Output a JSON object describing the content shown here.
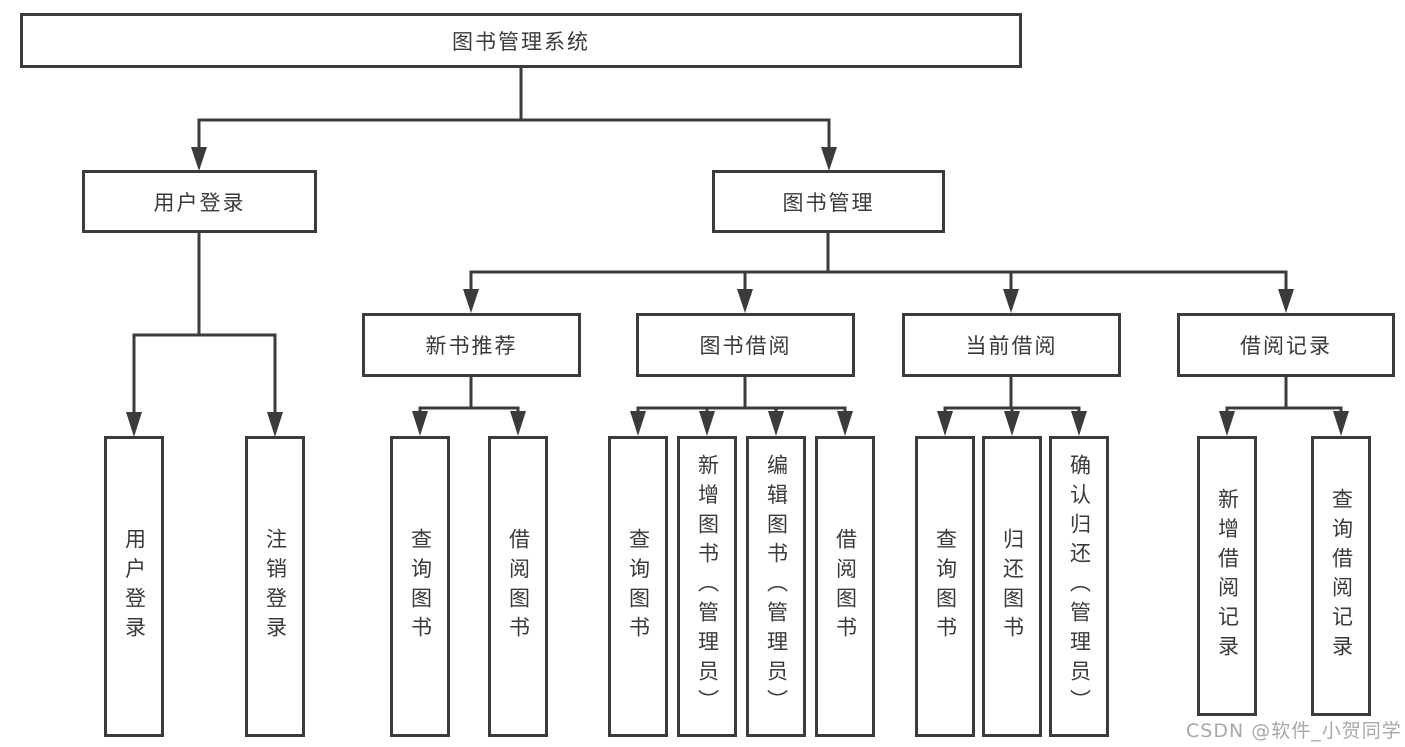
{
  "diagram": {
    "title_node": {
      "label": "图书管理系统"
    },
    "level2": [
      {
        "id": "user-login",
        "label": "用户登录"
      },
      {
        "id": "book-management",
        "label": "图书管理"
      }
    ],
    "level3": [
      {
        "id": "new-book-recommend",
        "label": "新书推荐"
      },
      {
        "id": "book-borrow",
        "label": "图书借阅"
      },
      {
        "id": "current-borrow",
        "label": "当前借阅"
      },
      {
        "id": "borrow-records",
        "label": "借阅记录"
      }
    ],
    "leaves": {
      "user_login": [
        {
          "label": "用户登录"
        },
        {
          "label": "注销登录"
        }
      ],
      "new_book": [
        {
          "label": "查询图书"
        },
        {
          "label": "借阅图书"
        }
      ],
      "book_borrow": [
        {
          "label": "查询图书"
        },
        {
          "label": "新增图书（管理员）"
        },
        {
          "label": "编辑图书（管理员）"
        },
        {
          "label": "借阅图书"
        }
      ],
      "current_borrow": [
        {
          "label": "查询图书"
        },
        {
          "label": "归还图书"
        },
        {
          "label": "确认归还（管理员）"
        }
      ],
      "borrow_records": [
        {
          "label": "新增借阅记录"
        },
        {
          "label": "查询借阅记录"
        }
      ]
    }
  },
  "watermark": {
    "text": "CSDN @软件_小贺同学"
  },
  "colors": {
    "line": "#3b3b3b",
    "text": "#3a3a3a",
    "box_fill": "#ffffff",
    "watermark": "#a8a8a8",
    "background": "#ffffff"
  }
}
